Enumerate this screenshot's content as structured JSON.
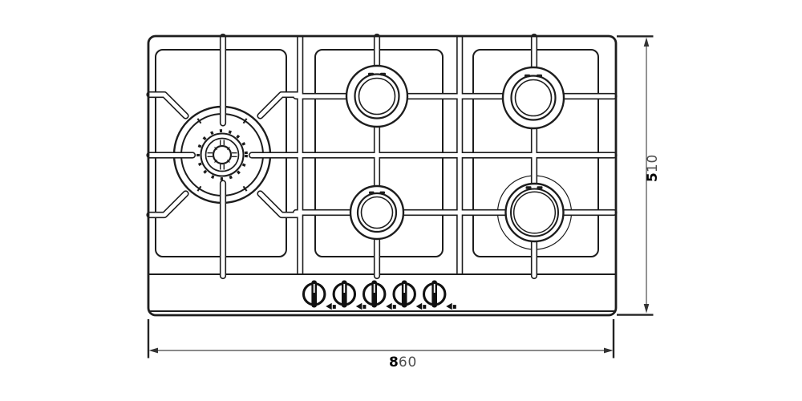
{
  "diagram": {
    "background": "#ffffff",
    "ink_color": "#1d1d1d",
    "dimension_line_color": "#454545",
    "dimension_text_secondary_color": "#4f4f4f",
    "burner_count": 5,
    "knob_count": 5,
    "width_label": {
      "lead": "8",
      "rest": "60",
      "full": "860"
    },
    "height_label": {
      "lead": "5",
      "rest": "10",
      "full": "510"
    }
  }
}
